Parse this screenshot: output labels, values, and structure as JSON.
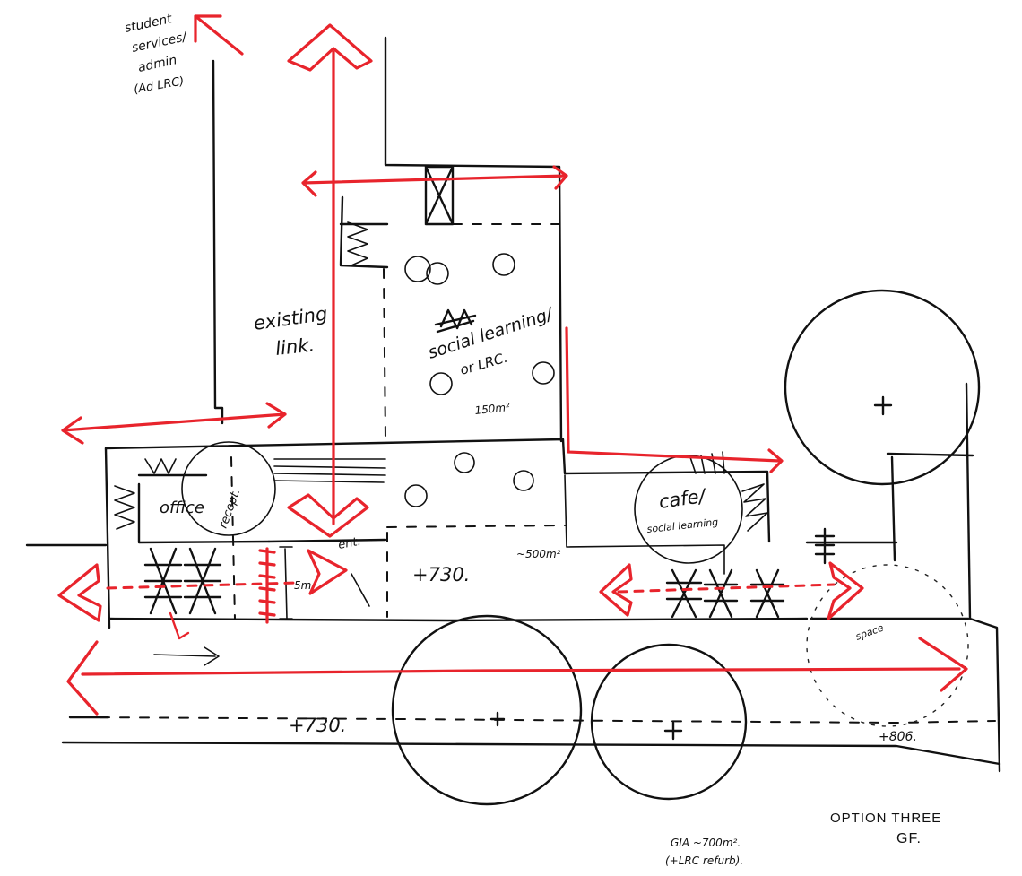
{
  "labels": {
    "student_services": [
      "student",
      "services/",
      "admin",
      "(Ad LRC)"
    ],
    "existing_link": [
      "existing",
      "link."
    ],
    "social_learning": [
      "social learning/",
      "or LRC."
    ],
    "area_150": "150m²",
    "office": "office",
    "recept": "recept.",
    "ent": "ent.",
    "level_730_centre": "+730.",
    "area_500": "~500m²",
    "cafe_line1": "cafe/",
    "cafe_line2": "social learning",
    "dim_5m": "5m",
    "level_730_street": "+730.",
    "level_806": "+806.",
    "space": "space",
    "option_title_1": "OPTION THREE",
    "option_title_2": "GF.",
    "gia_1": "GIA ~700m².",
    "gia_2": "(+LRC refurb)."
  },
  "colors": {
    "ink": "#111111",
    "red": "#e8242c",
    "paper": "#ffffff"
  }
}
